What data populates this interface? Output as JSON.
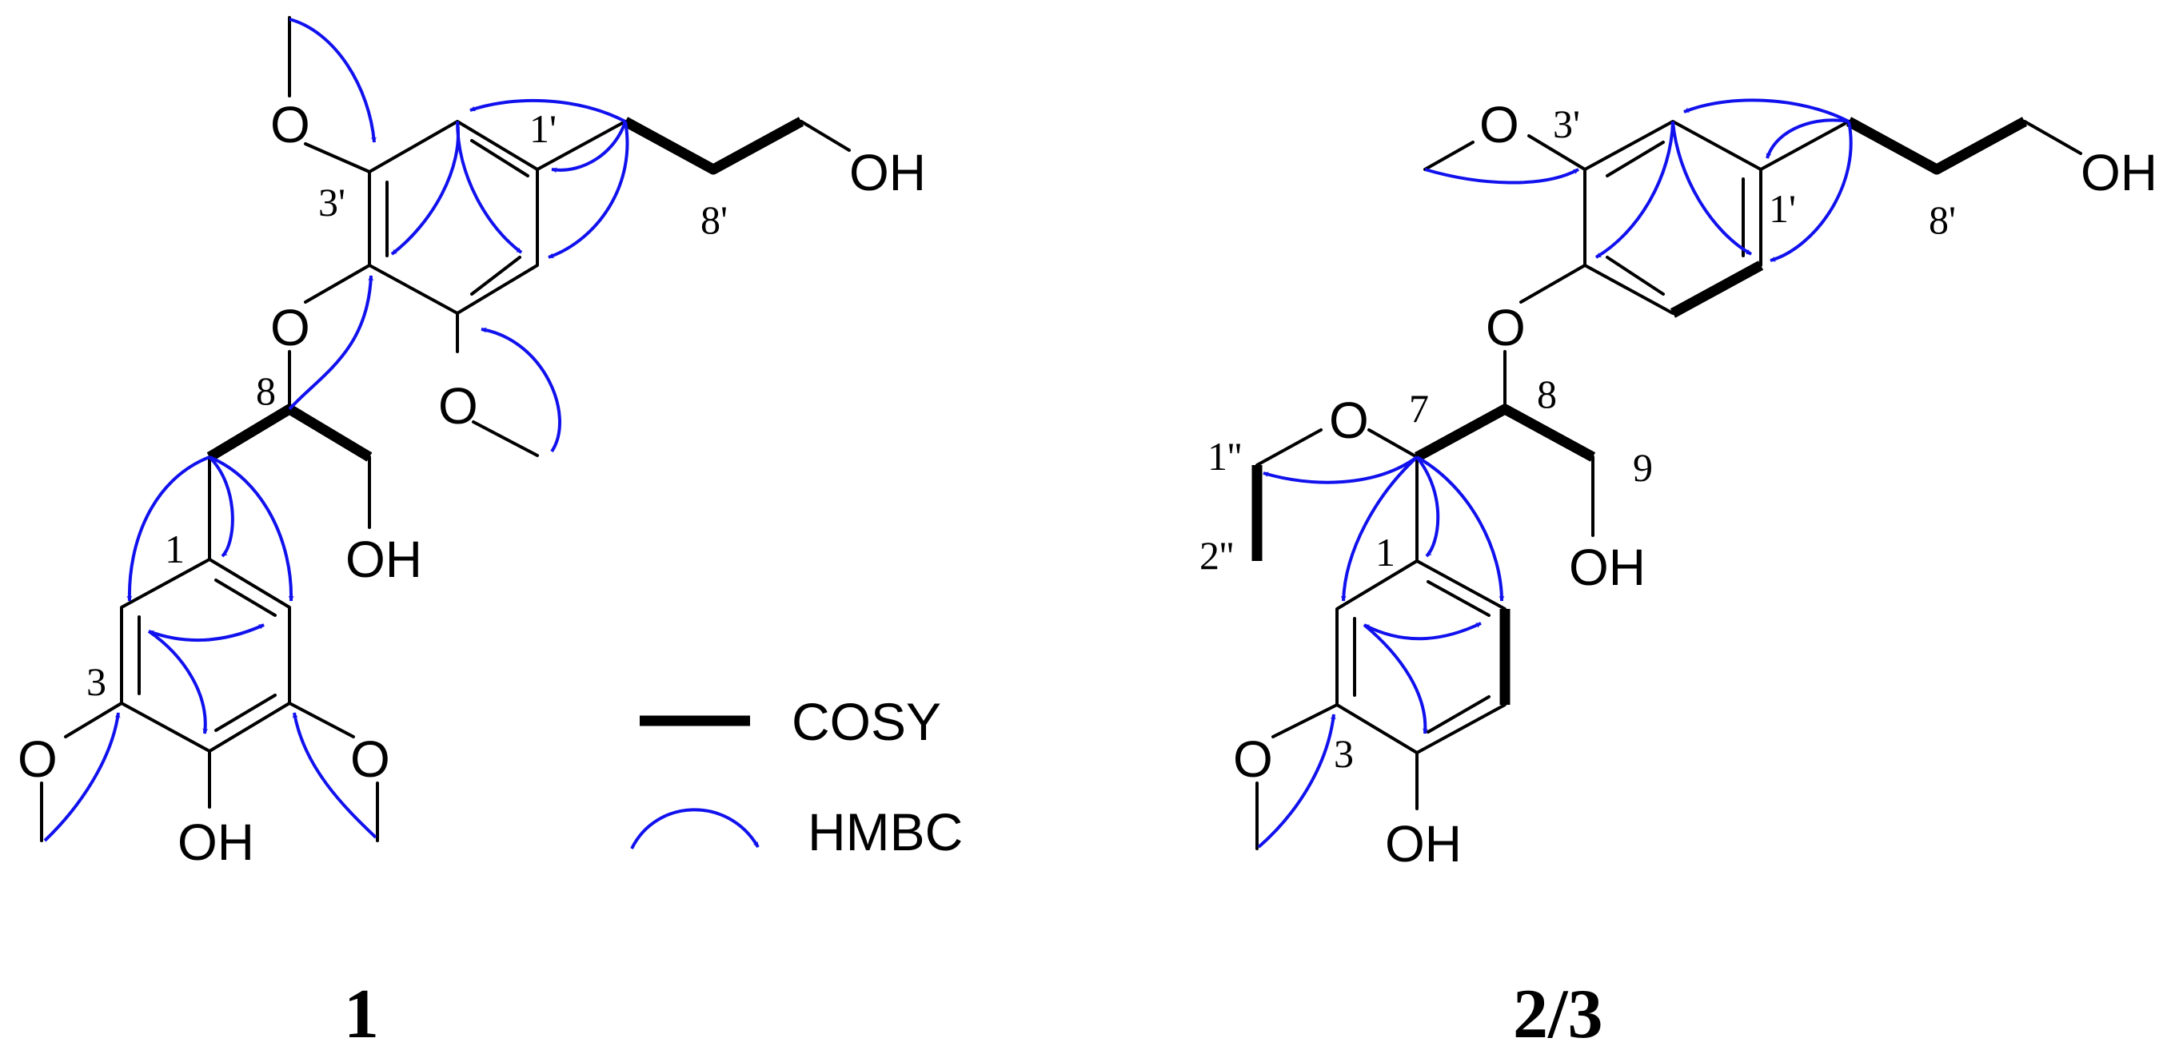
{
  "legend": {
    "cosy_label": "COSY",
    "hmbc_label": "HMBC"
  },
  "colors": {
    "bond": "#000000",
    "hmbc_arrow": "#1111ee"
  },
  "compound_1": {
    "label": "1",
    "atoms": {
      "o_top": "O",
      "oh_top": "OH",
      "o_ether": "O",
      "o_lower_methoxy": "O",
      "oh_mid": "OH",
      "o_left": "O",
      "oh_bottom": "OH",
      "o_right": "O"
    },
    "numbers": {
      "n_1p": "1'",
      "n_3p": "3'",
      "n_8p": "8'",
      "n_8": "8",
      "n_1": "1",
      "n_3": "3"
    }
  },
  "compound_23": {
    "label": "2/3",
    "atoms": {
      "o_methoxy": "O",
      "oh_top": "OH",
      "o_ether": "O",
      "o_ethoxy": "O",
      "oh_mid": "OH",
      "o_left": "O",
      "oh_bottom": "OH"
    },
    "numbers": {
      "n_3p": "3'",
      "n_1p": "1'",
      "n_8p": "8'",
      "n_7": "7",
      "n_8": "8",
      "n_9": "9",
      "n_1pp": "1''",
      "n_2pp": "2''",
      "n_1": "1",
      "n_3": "3"
    }
  }
}
